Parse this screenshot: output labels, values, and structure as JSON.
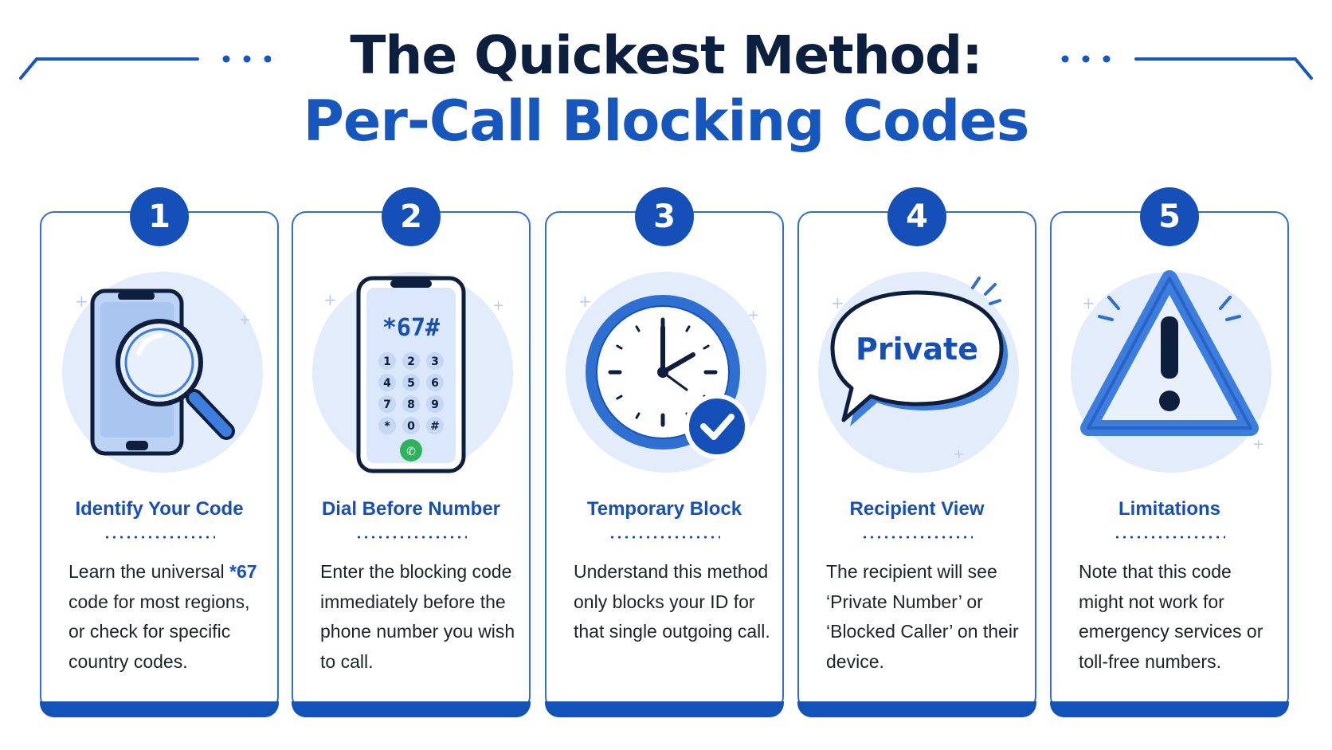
{
  "header": {
    "title_line1": "The Quickest Method:",
    "title_line2": "Per-Call Blocking Codes"
  },
  "colors": {
    "navy": "#0c1f3f",
    "accent_blue": "#1557bf",
    "badge_blue": "#1450b8",
    "light_blue": "#e6eefb",
    "green": "#2eb35a"
  },
  "steps": [
    {
      "number": "1",
      "title": "Identify Your Code",
      "icon": "phone-magnifier-icon",
      "desc_before": "Learn the universal ",
      "desc_highlight": "*67",
      "desc_after": " code for most regions, or check for specific country codes."
    },
    {
      "number": "2",
      "title": "Dial Before Number",
      "icon": "phone-keypad-icon",
      "screen_code": "*67#",
      "keys": [
        "1",
        "2",
        "3",
        "4",
        "5",
        "6",
        "7",
        "8",
        "9",
        "*",
        "0",
        "#"
      ],
      "desc_before": "Enter the blocking code immediately before the phone number you wish to call."
    },
    {
      "number": "3",
      "title": "Temporary Block",
      "icon": "clock-check-icon",
      "desc_before": "Understand this method only blocks your ID for that single outgoing call."
    },
    {
      "number": "4",
      "title": "Recipient View",
      "icon": "speech-bubble-icon",
      "bubble_text": "Private",
      "desc_before": "The recipient will see ‘Private Number’ or ‘Blocked Caller’ on their device."
    },
    {
      "number": "5",
      "title": "Limitations",
      "icon": "warning-triangle-icon",
      "desc_before": "Note that this code might not work for emergency services or toll-free numbers."
    }
  ]
}
